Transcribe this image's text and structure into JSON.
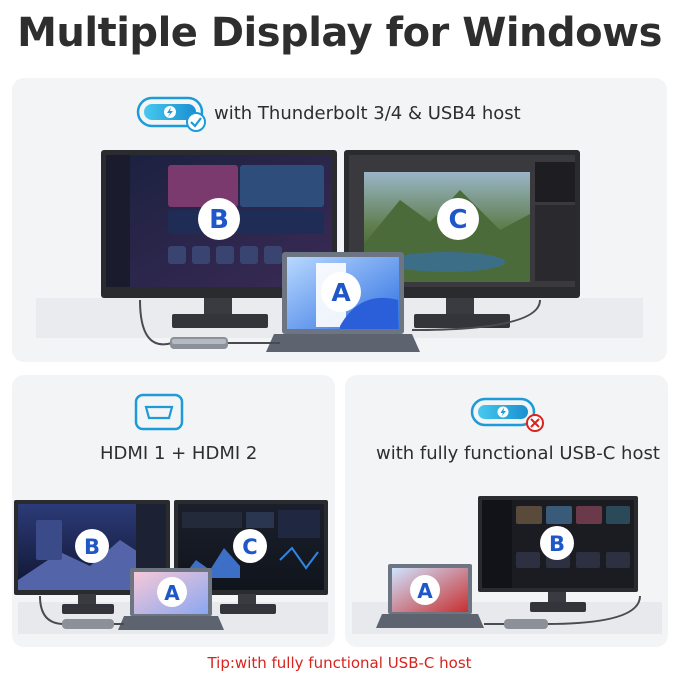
{
  "title": "Multiple Display for Windows",
  "top": {
    "caption": "with Thunderbolt 3/4 & USB4 host",
    "icon": "thunderbolt-check-icon",
    "monitors": [
      "B",
      "C"
    ],
    "laptop": "A"
  },
  "bottom_left": {
    "caption": "HDMI 1 + HDMI 2",
    "icon": "hdmi-port-icon",
    "monitors": [
      "B",
      "C"
    ],
    "laptop": "A"
  },
  "bottom_right": {
    "caption": "with fully functional USB-C host",
    "icon": "thunderbolt-no-icon",
    "monitors": [
      "B"
    ],
    "laptop": "A"
  },
  "tip": "Tip:with fully functional USB-C host",
  "colors": {
    "accent": "#1d9bd8",
    "label": "#1f57c8",
    "warning": "#d9231d"
  }
}
